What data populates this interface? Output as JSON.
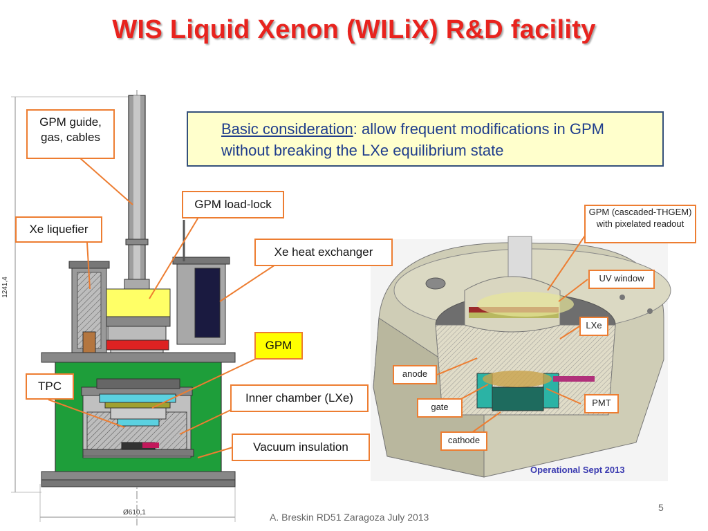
{
  "title": "WIS Liquid Xenon (WILiX) R&D facility",
  "basic_box": {
    "heading": "Basic consideration",
    "text": ": allow frequent modifications in GPM without breaking the LXe equilibrium state"
  },
  "left_labels": {
    "gpm_guide": "GPM guide, gas, cables",
    "xe_liquefier": "Xe liquefier",
    "gpm_load_lock": "GPM load-lock",
    "xe_heat_exchanger": "Xe heat exchanger",
    "gpm": "GPM",
    "tpc": "TPC",
    "inner_chamber": "Inner chamber (LXe)",
    "vacuum_insulation": "Vacuum insulation"
  },
  "dimensions": {
    "height": "1241,4",
    "diameter": "Ø610,1"
  },
  "right_labels": {
    "gpm_cascaded": "GPM (cascaded-THGEM) with pixelated readout",
    "uv_window": "UV window",
    "lxe": "LXe",
    "anode": "anode",
    "gate": "gate",
    "pmt": "PMT",
    "cathode": "cathode"
  },
  "operational": "Operational Sept 2013",
  "footer": "A. Breskin RD51 Zaragoza July 2013",
  "page_number": "5",
  "colors": {
    "title": "#e8231e",
    "label_border": "#ed7d31",
    "box_fill": "#ffffcc",
    "box_border": "#34507a",
    "box_text": "#1f3d8c"
  }
}
